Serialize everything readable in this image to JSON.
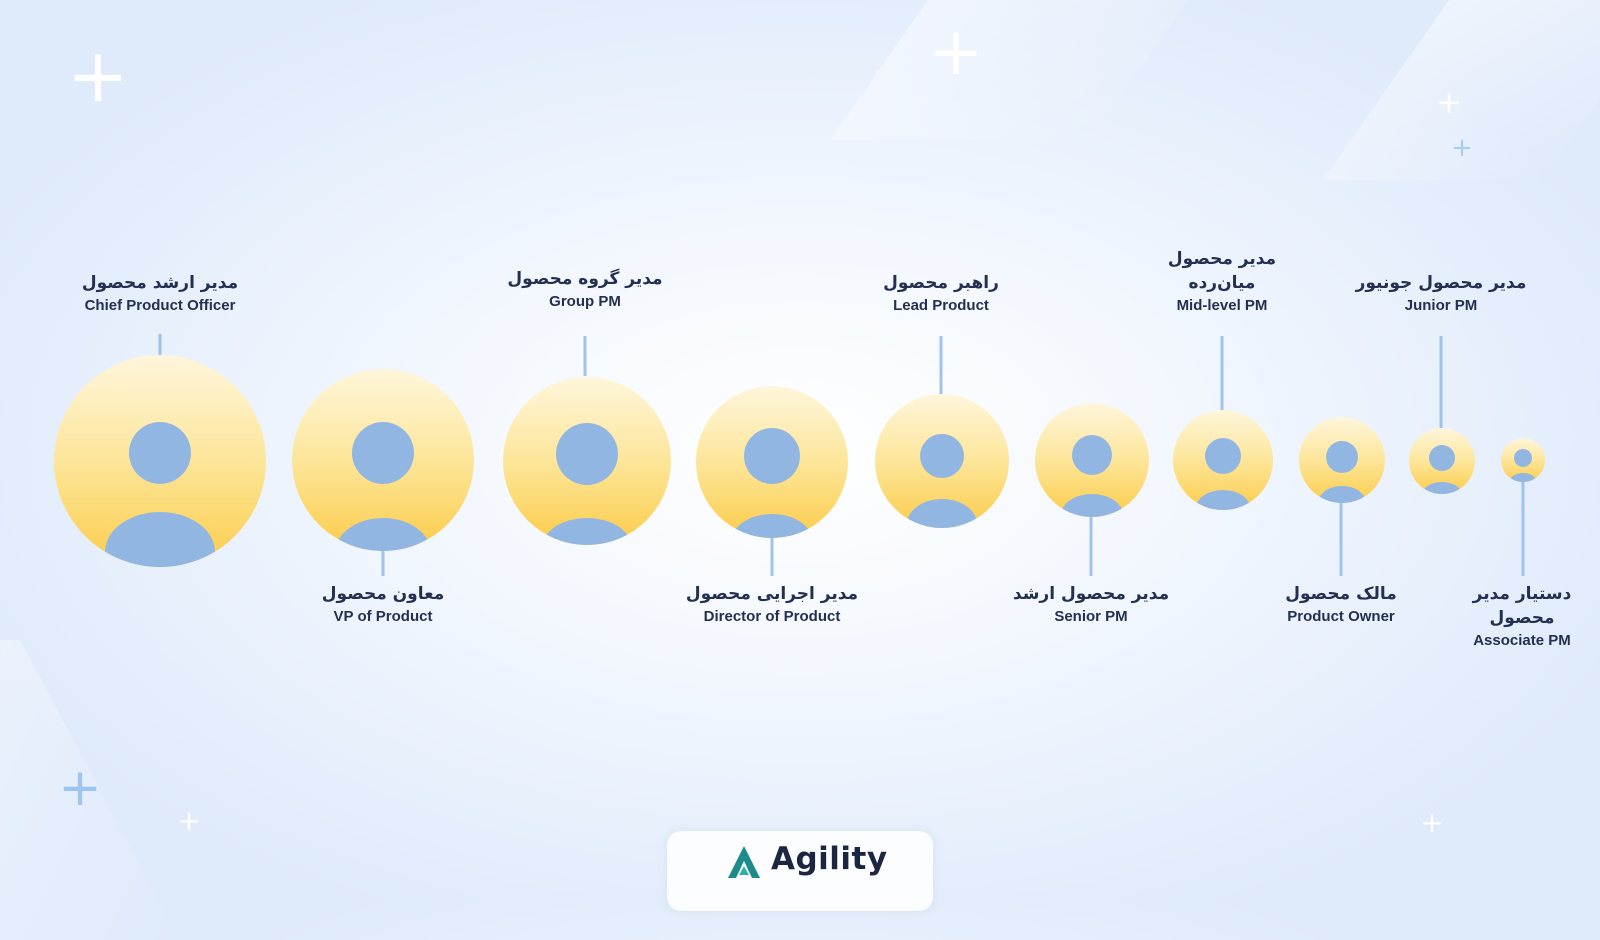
{
  "roles": [
    {
      "fa": "مدیر ارشد محصول",
      "en": "Chief Product Officer"
    },
    {
      "fa": "معاون محصول",
      "en": "VP of Product"
    },
    {
      "fa": "مدیر گروه محصول",
      "en": "Group PM"
    },
    {
      "fa": "مدیر اجرایی محصول",
      "en": "Director of Product"
    },
    {
      "fa": "راهبر محصول",
      "en": "Lead Product"
    },
    {
      "fa": "مدیر محصول ارشد",
      "en": "Senior PM"
    },
    {
      "fa": "مدیر محصول میان‌رده",
      "en": "Mid-level PM"
    },
    {
      "fa": "مالک محصول",
      "en": "Product Owner"
    },
    {
      "fa": "مدیر محصول جونیور",
      "en": "Junior PM"
    },
    {
      "fa": "دستیار مدیر محصول",
      "en": "Associate PM"
    }
  ],
  "logo": {
    "text": "Agility",
    "colors": {
      "mark": "#1f8a8a",
      "text": "#1d2640"
    }
  },
  "colors": {
    "circle_top": "#fef6dc",
    "circle_bottom": "#fbcc4a",
    "silhouette": "#92b6e2",
    "connector": "#9ec3ec",
    "text": "#24304f"
  }
}
